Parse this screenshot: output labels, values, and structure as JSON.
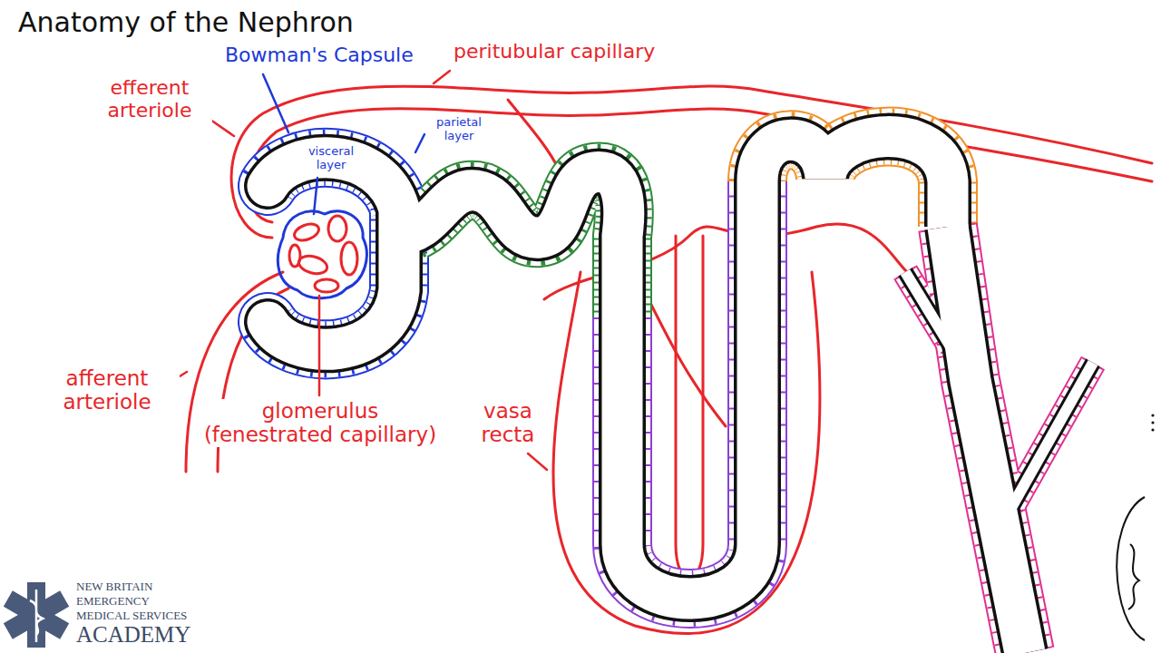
{
  "diagram": {
    "title": "Anatomy of the Nephron",
    "labels": [
      "Bowman's Capsule",
      "peritubular capillary",
      "efferent arteriole",
      "parietal layer",
      "visceral layer",
      "afferent arteriole",
      "glomerulus (fenestrated capillary)",
      "vasa recta",
      "NEW BRITAIN",
      "EMERGENCY",
      "MEDICAL SERVICES",
      "ACADEMY"
    ]
  }
}
